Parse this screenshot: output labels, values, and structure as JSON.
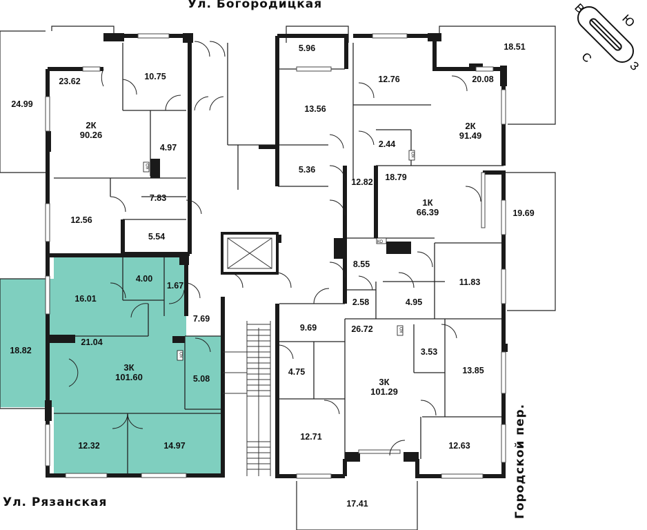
{
  "streets": {
    "top": "Ул. Богородицкая",
    "left": "Ул. Рязанская",
    "right": "Городской пер."
  },
  "compass": {
    "north": "С",
    "south": "Ю",
    "east": "В",
    "west": "З"
  },
  "colors": {
    "highlight": "#7fcfbf",
    "wall": "#1a1a1a",
    "line": "#222222"
  },
  "apartments": [
    {
      "type": "2К",
      "area": "90.26"
    },
    {
      "type": "2К",
      "area": "91.49"
    },
    {
      "type": "1К",
      "area": "66.39"
    },
    {
      "type": "3К",
      "area": "101.60",
      "highlighted": true
    },
    {
      "type": "3К",
      "area": "101.29"
    }
  ],
  "rooms": [
    "24.99",
    "23.62",
    "10.75",
    "4.97",
    "7.83",
    "12.56",
    "5.54",
    "5.96",
    "13.56",
    "5.36",
    "12.82",
    "12.76",
    "20.08",
    "18.51",
    "2.44",
    "18.79",
    "19.69",
    "8.55",
    "2.58",
    "4.95",
    "11.83",
    "16.01",
    "4.00",
    "1.67",
    "18.82",
    "21.04",
    "7.69",
    "5.08",
    "12.32",
    "14.97",
    "9.69",
    "26.72",
    "3.53",
    "4.75",
    "13.85",
    "12.71",
    "12.63",
    "17.41"
  ],
  "shaft_label": "КО"
}
